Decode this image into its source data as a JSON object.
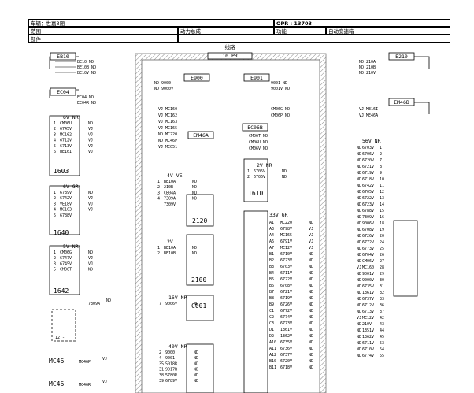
{
  "header": {
    "vehicle_label": "车辆：世嘉3厢",
    "opr_label": "OPR : 13703",
    "scope_label": "范围",
    "system_label": "动力总成",
    "function_label": "功能",
    "function_value": "自动变速箱",
    "part_label": "部件"
  },
  "diagram": {
    "route_label": "线路",
    "route_code": "10 PR",
    "modules": {
      "eb10": {
        "name": "EB10",
        "wires": [
          "BE10 ND",
          "BE10B ND",
          "BE10V ND"
        ]
      },
      "ec04": {
        "name": "EC04",
        "wires": [
          "EC04 ND",
          "EC04R ND"
        ]
      },
      "e900": {
        "name": "E900",
        "wires": [
          "ND 9000",
          "ND 9000V"
        ]
      },
      "e901": {
        "name": "E901",
        "wires": [
          "9001 ND",
          "9001V ND"
        ]
      },
      "e210": {
        "name": "E210",
        "wires": [
          "ND 210A",
          "ND 210B",
          "ND 210V"
        ]
      },
      "em46b": {
        "name": "EM46B",
        "wires": [
          "VJ ME16I",
          "VJ ME46A"
        ]
      },
      "em46a": {
        "name": "EM46A",
        "wires": [
          "VJ MC160",
          "VJ MC162",
          "VJ MC163",
          "VJ MC165",
          "ND MC220",
          "ND MC46P",
          "VJ MC051"
        ]
      },
      "ec06b": {
        "name": "EC06B",
        "wires_top": [
          "CM06G ND",
          "CM06P ND"
        ],
        "wires_bot": [
          "CM06T ND",
          "CM06U ND",
          "CM06V ND"
        ]
      }
    },
    "components": {
      "c1603": {
        "code": "1603",
        "conn": "6V NR",
        "pins": [
          {
            "n": "1",
            "w": "CM06U",
            "c": "ND"
          },
          {
            "n": "2",
            "w": "6745V",
            "c": "VJ"
          },
          {
            "n": "3",
            "w": "MC162",
            "c": "VJ"
          },
          {
            "n": "4",
            "w": "6712V",
            "c": "VJ"
          },
          {
            "n": "5",
            "w": "6713V",
            "c": "VJ"
          },
          {
            "n": "6",
            "w": "ME16I",
            "c": "VJ"
          }
        ]
      },
      "c1640": {
        "code": "1640",
        "conn": "6V GR",
        "pins": [
          {
            "n": "1",
            "w": "6789V",
            "c": "ND"
          },
          {
            "n": "2",
            "w": "6742V",
            "c": "VJ"
          },
          {
            "n": "3",
            "w": "VE18V",
            "c": "VJ"
          },
          {
            "n": "4",
            "w": "MC163",
            "c": "VJ"
          },
          {
            "n": "5",
            "w": "6788V",
            "c": ""
          }
        ]
      },
      "c1642": {
        "code": "1642",
        "conn": "5V NR",
        "pins": [
          {
            "n": "1",
            "w": "CM06G",
            "c": "ND"
          },
          {
            "n": "2",
            "w": "6747V",
            "c": "VJ"
          },
          {
            "n": "3",
            "w": "6745V",
            "c": "VJ"
          },
          {
            "n": "5",
            "w": "CM06T",
            "c": "ND"
          }
        ]
      },
      "c12": {
        "code": "12 -",
        "wire": "7309A",
        "c": "ND"
      },
      "c2120": {
        "code": "2120",
        "conn": "4V VE",
        "pins": [
          {
            "n": "1",
            "w": "BE10A",
            "c": "ND"
          },
          {
            "n": "2",
            "w": "210B",
            "c": "ND"
          },
          {
            "n": "3",
            "w": "CE04A",
            "c": "ND"
          },
          {
            "n": "4",
            "w": "7309A",
            "c": "ND"
          },
          {
            "n": "",
            "w": "7309V",
            "c": ""
          }
        ]
      },
      "c2100": {
        "code": "2100",
        "conn": "2V",
        "pins": [
          {
            "n": "1",
            "w": "BE10A",
            "c": "ND"
          },
          {
            "n": "2",
            "w": "BE10B",
            "c": "ND"
          }
        ]
      },
      "c0001": {
        "code": "C001",
        "conn": "16V NR",
        "pins": [
          {
            "n": "7",
            "w": "9006V",
            "c": "ND"
          }
        ]
      },
      "c1610": {
        "code": "1610",
        "conn": "2V NR",
        "pins": [
          {
            "n": "1",
            "w": "6705V",
            "c": "ND"
          },
          {
            "n": "2",
            "w": "6706V",
            "c": "ND"
          }
        ]
      },
      "mc46p": {
        "code": "MC46",
        "sub": "MC46P",
        "c": "VJ"
      },
      "mc46r": {
        "code": "MC46",
        "sub": "MC46R",
        "c": "VJ"
      },
      "c40v": {
        "conn": "40V NR",
        "pins": [
          {
            "n": "2",
            "w": "9000",
            "c": "ND"
          },
          {
            "n": "4",
            "w": "9001",
            "c": "ND"
          },
          {
            "n": "35",
            "w": "5018R",
            "c": "ND"
          },
          {
            "n": "31",
            "w": "9017R",
            "c": "ND"
          },
          {
            "n": "38",
            "w": "5780R",
            "c": "ND"
          },
          {
            "n": "39",
            "w": "6789V",
            "c": "ND"
          }
        ]
      },
      "c33v": {
        "conn": "33V GR",
        "pins": [
          {
            "n": "A1",
            "w": "MC220",
            "c": "ND"
          },
          {
            "n": "A3",
            "w": "6798V",
            "c": "VJ"
          },
          {
            "n": "A4",
            "w": "MC165",
            "c": "VJ"
          },
          {
            "n": "A6",
            "w": "6791V",
            "c": "VJ"
          },
          {
            "n": "A7",
            "w": "ME12V",
            "c": "VJ"
          },
          {
            "n": "B1",
            "w": "6710V",
            "c": "ND"
          },
          {
            "n": "B2",
            "w": "6723V",
            "c": "ND"
          },
          {
            "n": "B3",
            "w": "6703V",
            "c": "ND"
          },
          {
            "n": "B4",
            "w": "6711V",
            "c": "ND"
          },
          {
            "n": "B5",
            "w": "6722V",
            "c": "ND"
          },
          {
            "n": "B6",
            "w": "6708V",
            "c": "ND"
          },
          {
            "n": "B7",
            "w": "6721V",
            "c": "ND"
          },
          {
            "n": "B8",
            "w": "6719V",
            "c": "ND"
          },
          {
            "n": "B9",
            "w": "6726V",
            "c": "ND"
          },
          {
            "n": "C1",
            "w": "6772V",
            "c": "ND"
          },
          {
            "n": "C2",
            "w": "6774V",
            "c": "ND"
          },
          {
            "n": "C3",
            "w": "6773V",
            "c": "ND"
          },
          {
            "n": "D1",
            "w": "1361V",
            "c": "ND"
          },
          {
            "n": "D2",
            "w": "1362V",
            "c": "ND"
          },
          {
            "n": "A10",
            "w": "6735V",
            "c": "ND"
          },
          {
            "n": "A11",
            "w": "6736V",
            "c": "ND"
          },
          {
            "n": "A12",
            "w": "6737V",
            "c": "ND"
          },
          {
            "n": "B10",
            "w": "6720V",
            "c": "ND"
          },
          {
            "n": "B11",
            "w": "6718V",
            "c": "ND"
          }
        ]
      },
      "c56v": {
        "conn": "56V NR",
        "pins": [
          {
            "c": "ND",
            "w": "6703V",
            "n": "1"
          },
          {
            "c": "ND",
            "w": "6706V",
            "n": "2"
          },
          {
            "c": "ND",
            "w": "6720V",
            "n": "7"
          },
          {
            "c": "ND",
            "w": "6721V",
            "n": "8"
          },
          {
            "c": "ND",
            "w": "6719V",
            "n": "9"
          },
          {
            "c": "ND",
            "w": "6718V",
            "n": "10"
          },
          {
            "c": "ND",
            "w": "6742V",
            "n": "11"
          },
          {
            "c": "ND",
            "w": "6705V",
            "n": "12"
          },
          {
            "c": "ND",
            "w": "6722V",
            "n": "13"
          },
          {
            "c": "ND",
            "w": "6723V",
            "n": "14"
          },
          {
            "c": "ND",
            "w": "6788V",
            "n": "15"
          },
          {
            "c": "ND",
            "w": "7309V",
            "n": "16"
          },
          {
            "c": "ND",
            "w": "9006V",
            "n": "18"
          },
          {
            "c": "ND",
            "w": "6708V",
            "n": "19"
          },
          {
            "c": "ND",
            "w": "6726V",
            "n": "20"
          },
          {
            "c": "ND",
            "w": "6772V",
            "n": "24"
          },
          {
            "c": "ND",
            "w": "6773V",
            "n": "25"
          },
          {
            "c": "ND",
            "w": "6704V",
            "n": "26"
          },
          {
            "c": "ND",
            "w": "CM06V",
            "n": "27"
          },
          {
            "c": "VJ",
            "w": "MC160",
            "n": "28"
          },
          {
            "c": "ND",
            "w": "9001V",
            "n": "29"
          },
          {
            "c": "ND",
            "w": "9000V",
            "n": "30"
          },
          {
            "c": "ND",
            "w": "6735V",
            "n": "31"
          },
          {
            "c": "ND",
            "w": "1361V",
            "n": "32"
          },
          {
            "c": "ND",
            "w": "6737V",
            "n": "33"
          },
          {
            "c": "ND",
            "w": "6712V",
            "n": "36"
          },
          {
            "c": "ND",
            "w": "6713V",
            "n": "37"
          },
          {
            "c": "VJ",
            "w": "ME12V",
            "n": "42"
          },
          {
            "c": "ND",
            "w": "210V",
            "n": "43"
          },
          {
            "c": "ND",
            "w": "1351V",
            "n": "44"
          },
          {
            "c": "ND",
            "w": "1362V",
            "n": "45"
          },
          {
            "c": "ND",
            "w": "6711V",
            "n": "53"
          },
          {
            "c": "ND",
            "w": "6710V",
            "n": "54"
          },
          {
            "c": "ND",
            "w": "6774V",
            "n": "55"
          }
        ]
      }
    }
  }
}
